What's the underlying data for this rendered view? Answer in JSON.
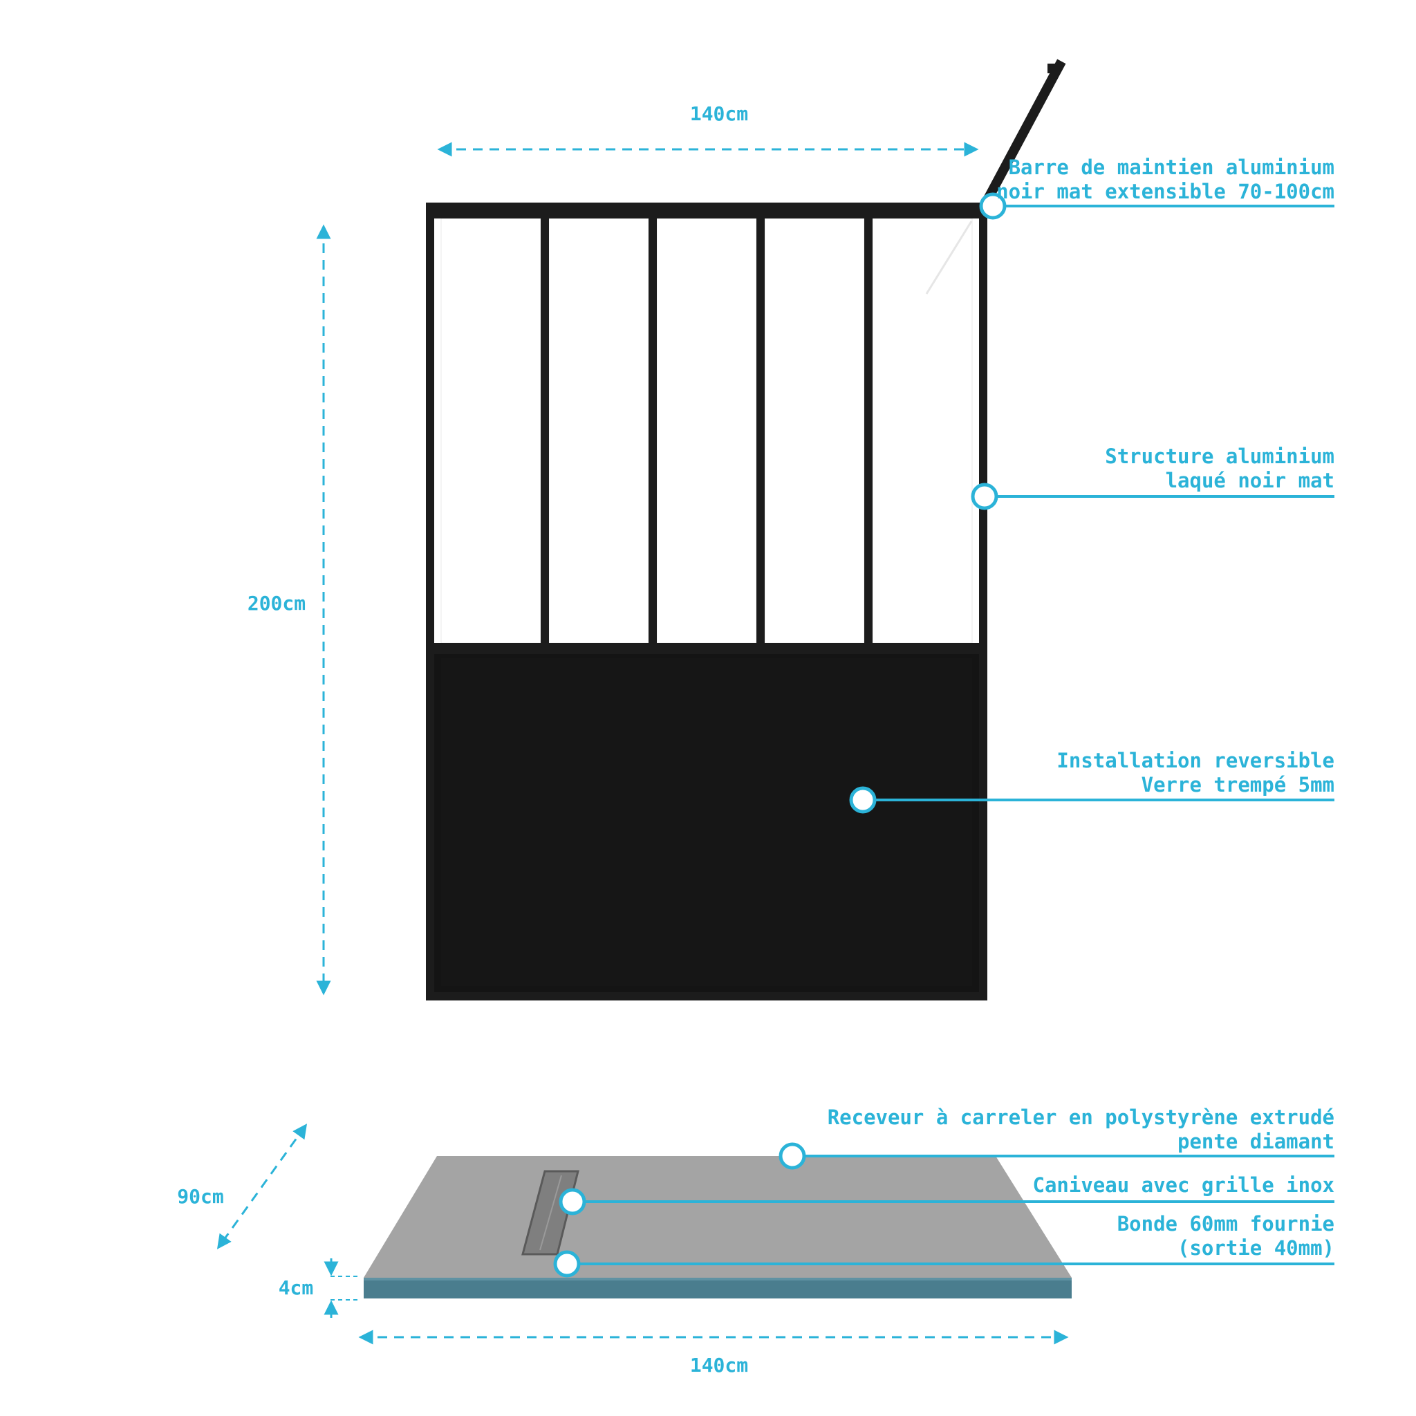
{
  "colors": {
    "accent": "#2bb3d8",
    "frame": "#1c1c1c",
    "panel_dark": "#141414",
    "glass": "#ffffff",
    "tray_top": "#a9a9a9",
    "tray_edge": "#4a7d8e",
    "drain": "#8a8a8a"
  },
  "dimensions": {
    "panel_width": "140cm",
    "panel_height": "200cm",
    "tray_depth": "90cm",
    "tray_thickness": "4cm",
    "tray_width": "140cm"
  },
  "callouts": {
    "support_bar": {
      "line1": "Barre de maintien aluminium",
      "line2": "noir mat extensible 70-100cm"
    },
    "structure": {
      "line1": "Structure aluminium",
      "line2": "laqué noir mat"
    },
    "installation": {
      "line1": "Installation reversible",
      "line2": "Verre trempé 5mm"
    },
    "tray": {
      "line1": "Receveur à carreler en polystyrène extrudé",
      "line2": "pente diamant"
    },
    "channel": {
      "line1": "Caniveau avec grille inox"
    },
    "drain": {
      "line1": "Bonde 60mm fournie",
      "line2": "(sortie 40mm)"
    }
  }
}
